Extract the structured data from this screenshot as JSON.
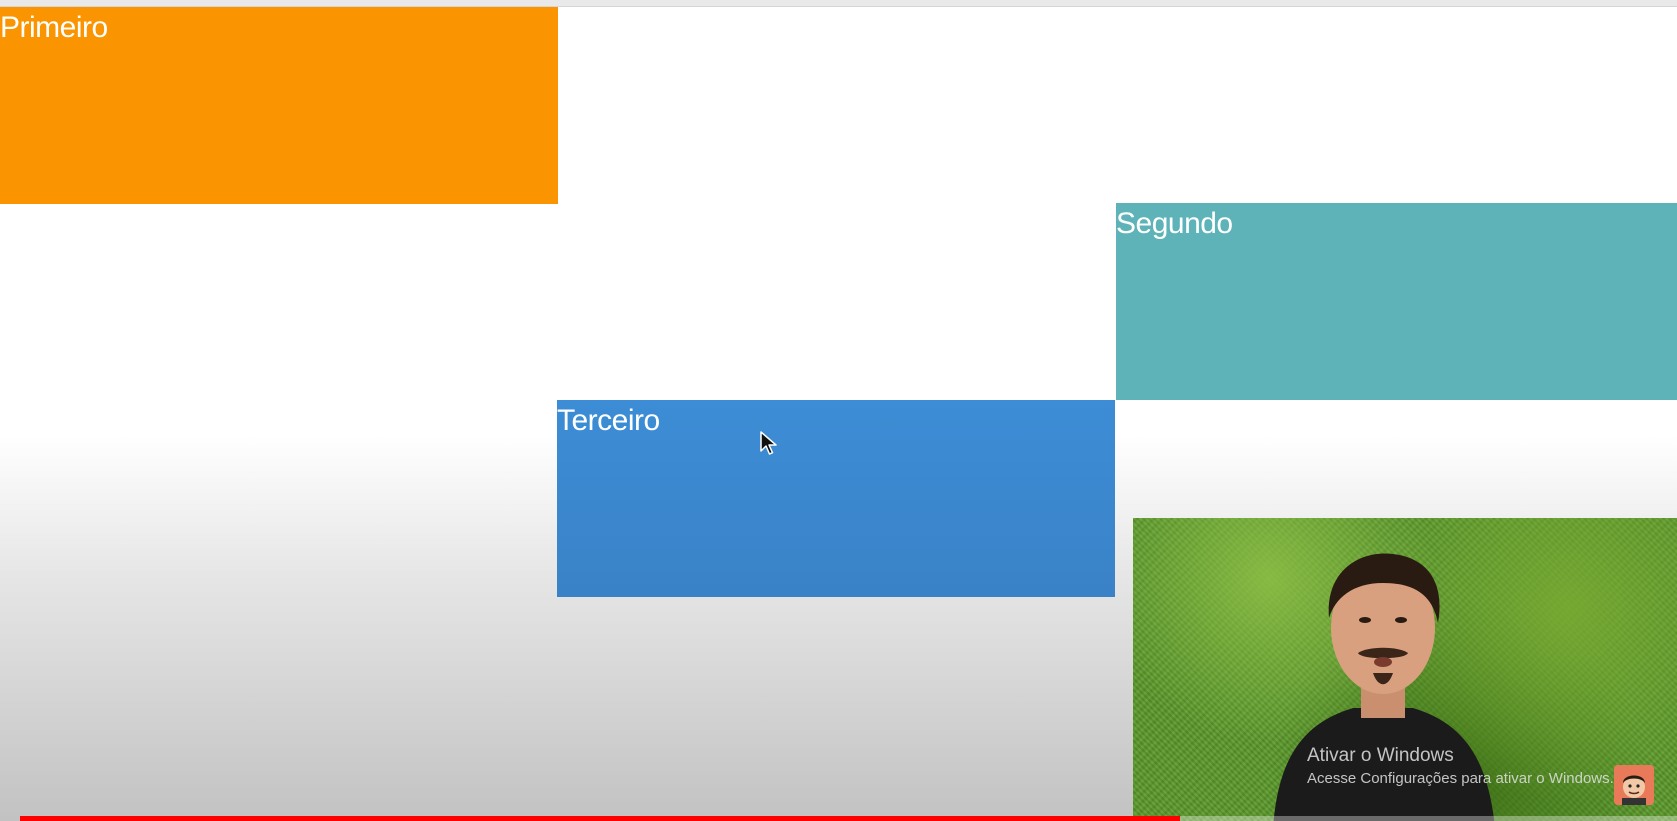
{
  "boxes": {
    "primeiro": {
      "label": "Primeiro",
      "color": "#fa9400"
    },
    "segundo": {
      "label": "Segundo",
      "color": "#5db3b8"
    },
    "terceiro": {
      "label": "Terceiro",
      "color": "#3c8dd6"
    }
  },
  "watermark": {
    "title": "Ativar o Windows",
    "subtitle": "Acesse Configurações para ativar o Windows."
  },
  "icons": {
    "cursor": "mouse-pointer-icon",
    "avatar": "channel-avatar-icon"
  },
  "video": {
    "progress_fraction": 0.7,
    "progress_color": "#ff0000"
  }
}
